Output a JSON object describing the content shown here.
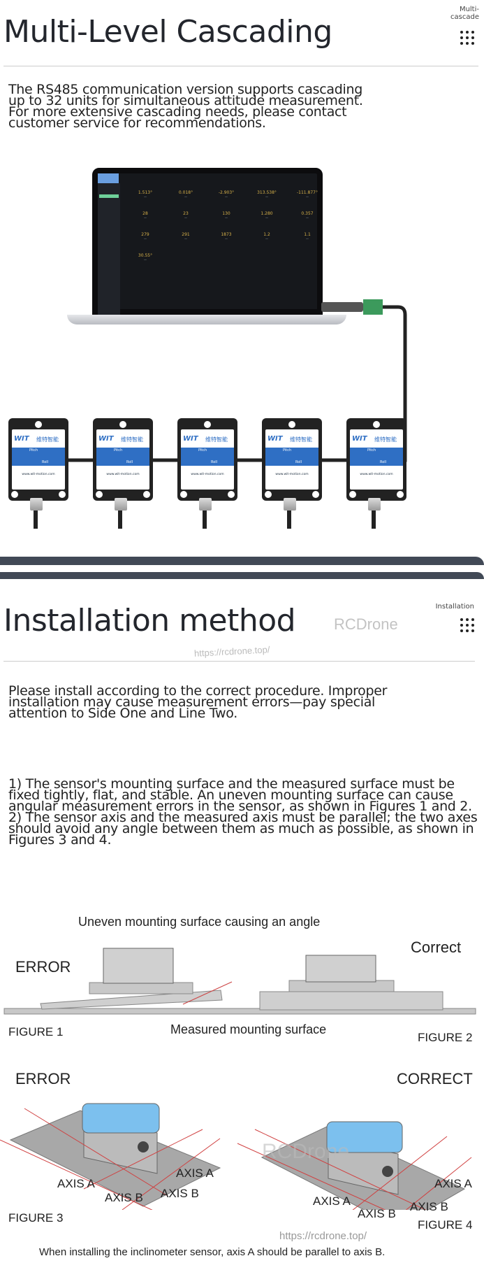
{
  "section1": {
    "title": "Multi-Level Cascading",
    "tag": "Multi-\ncascade",
    "paragraph": "The RS485 communication version supports cascading up to 32 units for simultaneous attitude measurement. For more extensive cascading needs, please contact customer service for recommendations.",
    "laptop": {
      "values": [
        "1.513°",
        "0.018°",
        "-2.903°",
        "313.538°",
        "-111.877°",
        "28",
        "23",
        "130",
        "1.280",
        "0.357",
        "279",
        "291",
        "1873",
        "1.2",
        "1.1",
        "30.55°"
      ]
    },
    "sensor": {
      "logo": "WIT",
      "brand": "维特智能",
      "axis_pitch": "Pitch",
      "axis_roll": "Roll",
      "website": "www.wit-motion.com",
      "count": 5
    }
  },
  "section2": {
    "title": "Installation method",
    "tag": "Installation",
    "intro": "Please install according to the correct procedure. Improper installation may cause measurement errors—pay special attention to Side One and Line Two.",
    "steps": "1) The sensor's mounting surface and the measured surface must be fixed tightly, flat, and stable. An uneven mounting surface can cause angular measurement errors in the sensor, as shown in Figures 1 and 2.\n2) The sensor axis and the measured axis must be parallel; the two axes should avoid any angle between them as much as possible, as shown in Figures 3 and 4.",
    "fig12": {
      "caption_top": "Uneven mounting surface causing an angle",
      "error": "ERROR",
      "correct": "Correct",
      "figure1": "FIGURE 1",
      "figure2": "FIGURE 2",
      "caption_bottom": "Measured mounting surface"
    },
    "fig34": {
      "error": "ERROR",
      "correct": "CORRECT",
      "axis_a": "AXIS A",
      "axis_b": "AXIS B",
      "figure3": "FIGURE 3",
      "figure4": "FIGURE 4",
      "caption": "When installing the inclinometer sensor, axis A should be parallel to axis B."
    },
    "watermark": {
      "brand": "RCDrone",
      "url": "https://rcdrone.top/"
    }
  },
  "colors": {
    "band": "#414956",
    "sensor_blue": "#2f6fc4",
    "accent_red": "#d04040",
    "top_blue": "#7cc0ee"
  }
}
